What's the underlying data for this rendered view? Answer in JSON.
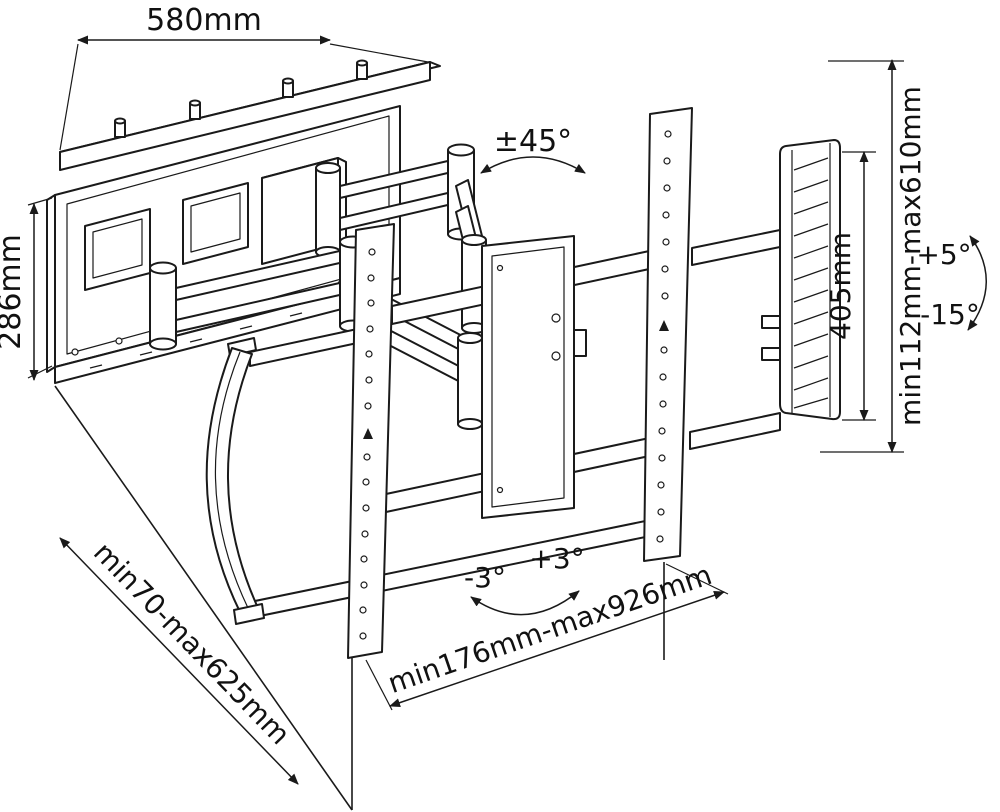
{
  "diagram": {
    "type": "technical-drawing",
    "subject": "Articulating full-motion TV wall mount dimensional diagram",
    "colors": {
      "line": "#1a1a1a",
      "background": "#ffffff",
      "text": "#111111"
    },
    "dimensions": {
      "wall_plate_width": "580mm",
      "wall_plate_height": "286mm",
      "swivel_angle": "±45°",
      "height_range": "min112mm-max610mm",
      "rail_height": "405mm",
      "tilt_up": "+5°",
      "tilt_down": "-15°",
      "level_minus": "-3°",
      "level_plus": "+3°",
      "extension_range": "min176mm-max926mm",
      "depth_range": "min70-max625mm"
    }
  }
}
